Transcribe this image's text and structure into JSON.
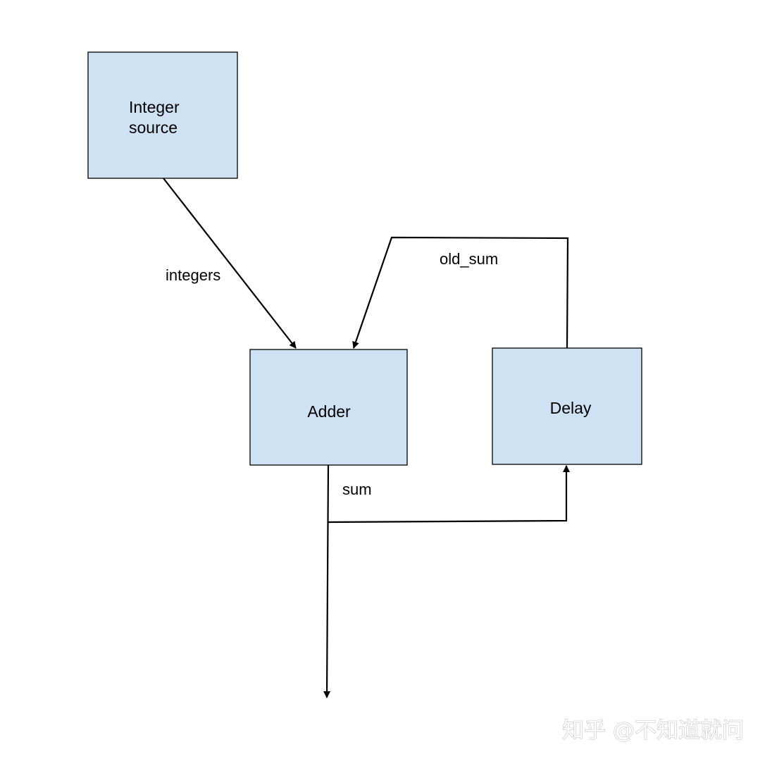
{
  "colors": {
    "box_fill": "#cfe2f3",
    "stroke": "#000000"
  },
  "nodes": {
    "integer_source": {
      "line1": "Integer",
      "line2": "source"
    },
    "adder": {
      "label": "Adder"
    },
    "delay": {
      "label": "Delay"
    }
  },
  "edges": {
    "integers": {
      "label": "integers"
    },
    "old_sum": {
      "label": "old_sum"
    },
    "sum": {
      "label": "sum"
    }
  },
  "watermark": {
    "text": "知乎 @不知道就问"
  }
}
